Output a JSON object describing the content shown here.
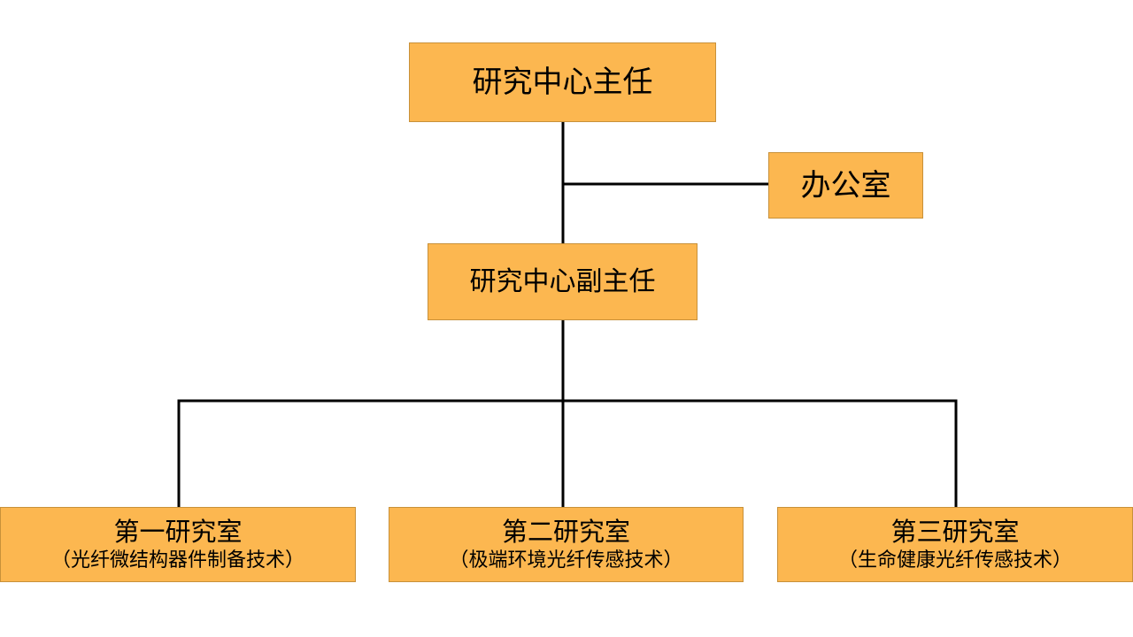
{
  "nodes": {
    "director": {
      "label": "研究中心主任"
    },
    "office": {
      "label": "办公室"
    },
    "deputy": {
      "label": "研究中心副主任"
    },
    "lab1": {
      "label": "第一研究室",
      "subtitle": "（光纤微结构器件制备技术）"
    },
    "lab2": {
      "label": "第二研究室",
      "subtitle": "（极端环境光纤传感技术）"
    },
    "lab3": {
      "label": "第三研究室",
      "subtitle": "（生命健康光纤传感技术）"
    }
  },
  "edges": [
    {
      "from": "director",
      "to": "deputy"
    },
    {
      "from": "director",
      "to": "office"
    },
    {
      "from": "deputy",
      "to": "lab1"
    },
    {
      "from": "deputy",
      "to": "lab2"
    },
    {
      "from": "deputy",
      "to": "lab3"
    }
  ],
  "colors": {
    "box_fill": "#fcb750",
    "box_border": "#c8913a",
    "connector": "#000000",
    "text": "#000000"
  }
}
